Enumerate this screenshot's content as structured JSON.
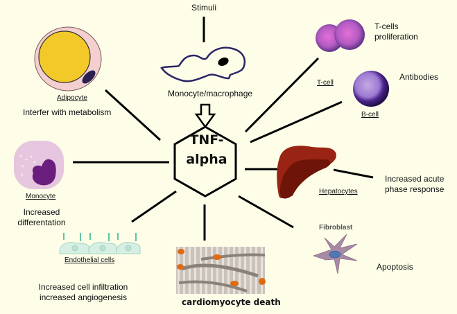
{
  "center": {
    "title_line1": "TNF-",
    "title_line2": "alpha"
  },
  "top": {
    "input_label": "Stimuli",
    "source_cell_label": "Monocyte/macrophage"
  },
  "nodes": {
    "adipocyte": {
      "cell_label": "Adipocyte",
      "effect": "Interfer with metabolism"
    },
    "t_cell": {
      "cell_label": "T-cell",
      "effect_line1": "T-cells",
      "effect_line2": "proliferation"
    },
    "b_cell": {
      "cell_label": "B-cell",
      "effect": "Antibodies"
    },
    "monocyte": {
      "cell_label": "Monocyte",
      "effect_line1": "Increased",
      "effect_line2": "differentation"
    },
    "hepatocyte": {
      "cell_label": "Hepatocytes",
      "effect_line1": "Increased acute",
      "effect_line2": "phase response"
    },
    "endothelial": {
      "cell_label": "Endothelial cells",
      "effect_line1": "Increased cell infiltration",
      "effect_line2": "increased angiogenesis"
    },
    "cardiomyocyte": {
      "effect": "cardiomyocyte death"
    },
    "fibroblast": {
      "cell_label": "Fibroblast",
      "effect": "Apoptosis"
    }
  },
  "colors": {
    "background": "#fdfde8",
    "line": "#000000",
    "adipocyte_fat": "#f2c928",
    "adipocyte_membrane": "#f3c9c9",
    "macrophage_outline": "#2a2566",
    "t_cell": "#b45fc4",
    "b_cell": "#5a2f8f",
    "monocyte_cytoplasm": "#e6c6de",
    "monocyte_nucleus": "#6a1f7e",
    "liver": "#8a1c0c",
    "endothelial": "#c8eadc",
    "fibroblast": "#a78aa6",
    "myocyte_nucleus": "#e06a10"
  }
}
